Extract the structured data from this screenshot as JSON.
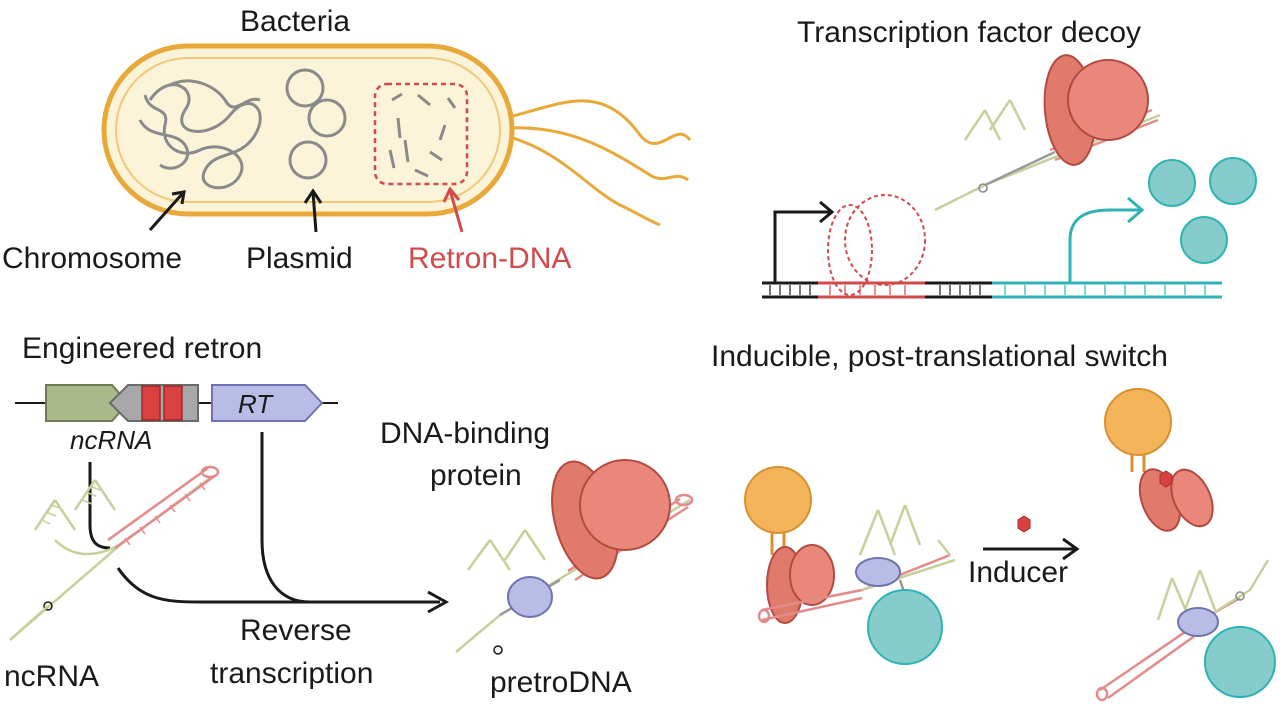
{
  "bacteria": {
    "title": "Bacteria",
    "chromosome_label": "Chromosome",
    "plasmid_label": "Plasmid",
    "retron_dna_label": "Retron-DNA"
  },
  "engineered": {
    "title": "Engineered retron",
    "ncrna_gene_label": "ncRNA",
    "rt_label": "RT",
    "ncrna_label": "ncRNA",
    "reverse_transcription_line1": "Reverse",
    "reverse_transcription_line2": "transcription",
    "dna_binding_line1": "DNA-binding",
    "dna_binding_line2": "protein",
    "pretrodna_label": "pretroDNA"
  },
  "decoy": {
    "title": "Transcription factor decoy"
  },
  "switch": {
    "title": "Inducible, post-translational switch",
    "inducer_label": "Inducer"
  },
  "colors": {
    "cell_fill": "#fbf4d8",
    "cell_outline": "#e8a93a",
    "retron_red": "#d24a4a",
    "protein_red": "#e07a6a",
    "rt_purple": "#b9bde6",
    "gene_green": "#a9b98a",
    "teal": "#2fb3b3",
    "orange": "#f4b45a",
    "ncrna_olive": "#c8cf9a"
  }
}
